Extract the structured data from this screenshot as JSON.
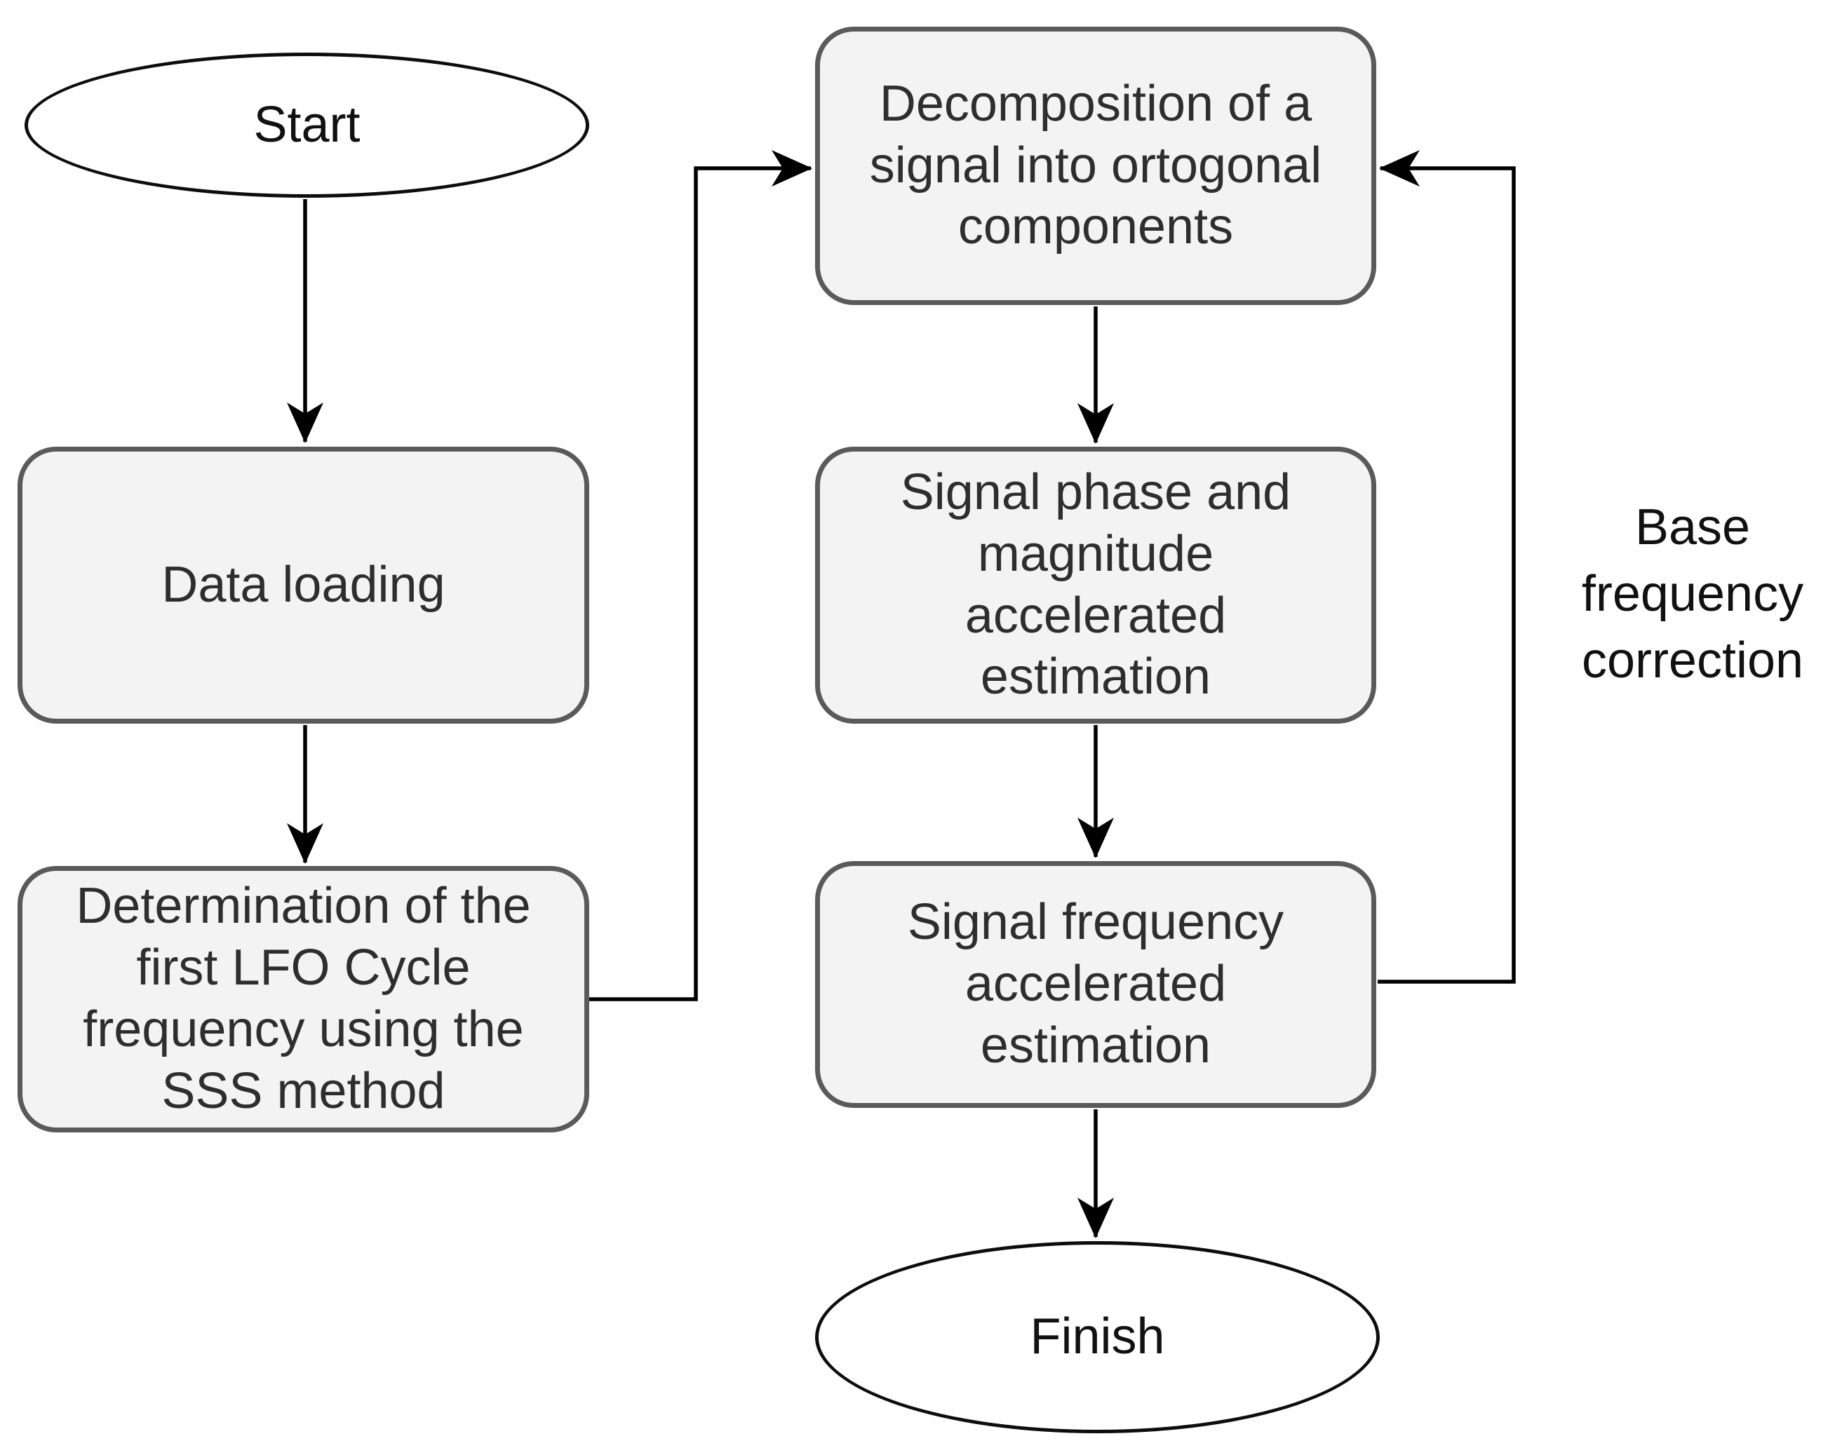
{
  "diagram": {
    "nodes": {
      "start": {
        "type": "terminator",
        "label": "Start"
      },
      "data_loading": {
        "type": "process",
        "label": "Data loading"
      },
      "determination": {
        "type": "process",
        "label": "Determination of the\nfirst LFO Cycle\nfrequency using the\nSSS method"
      },
      "decomposition": {
        "type": "process",
        "label": "Decomposition of a\nsignal into ortogonal\ncomponents"
      },
      "signal_phase": {
        "type": "process",
        "label": "Signal phase and\nmagnitude\naccelerated\nestimation"
      },
      "signal_frequency": {
        "type": "process",
        "label": "Signal frequency\naccelerated\nestimation"
      },
      "finish": {
        "type": "terminator",
        "label": "Finish"
      }
    },
    "edges": [
      {
        "from": "start",
        "to": "data_loading"
      },
      {
        "from": "data_loading",
        "to": "determination"
      },
      {
        "from": "determination",
        "to": "decomposition"
      },
      {
        "from": "decomposition",
        "to": "signal_phase"
      },
      {
        "from": "signal_phase",
        "to": "signal_frequency"
      },
      {
        "from": "signal_frequency",
        "to": "finish"
      },
      {
        "from": "signal_frequency",
        "to": "decomposition",
        "label": "Base\nfrequency\ncorrection"
      }
    ],
    "colors": {
      "background": "#ffffff",
      "process_fill": "#f3f3f3",
      "process_border": "#5a5a5a",
      "terminator_fill": "#ffffff",
      "terminator_border": "#0d0d0d",
      "connector": "#000000",
      "process_text": "#2e2e2e",
      "label_text": "#111111"
    }
  }
}
